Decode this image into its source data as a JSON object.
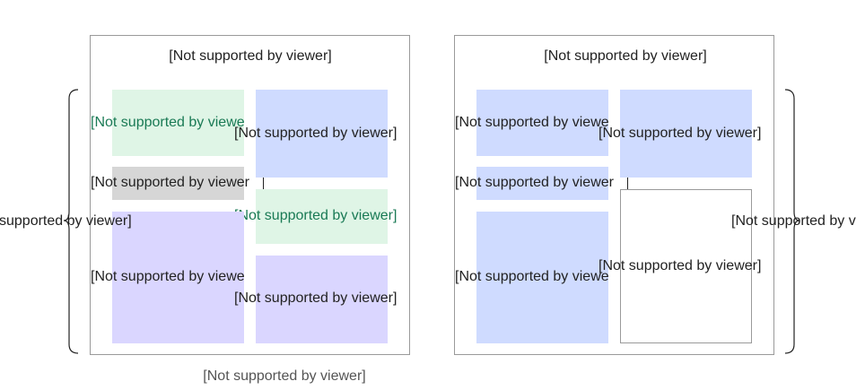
{
  "colors": {
    "green": "#dff5e6",
    "blue": "#cfdbff",
    "gray": "#d6d6d6",
    "purple": "#dad6ff",
    "frame": "#9a9a9a",
    "green_text": "#1a7a55"
  },
  "left_panel": {
    "title": "[Not supported by viewer]",
    "box_green_top": "[Not supported by viewe",
    "box_blue_top": "[Not supported by viewer]",
    "box_gray": "[Not supported by viewer",
    "box_green_mid": "[Not supported by viewer]",
    "box_purple_big": "[Not supported by viewe",
    "box_purple_small": "[Not supported by viewer]"
  },
  "right_panel": {
    "title": "[Not supported by viewer]",
    "box_blue_top_left": "[Not supported by viewe",
    "box_blue_top_right": "[Not supported by viewer]",
    "box_blue_small": "[Not supported by viewer",
    "box_blue_big": "[Not supported by viewe",
    "box_white": "[Not supported by viewer]"
  },
  "left_brace_label": "supported by viewer]",
  "right_brace_label": "[Not supported by v",
  "bottom_caption": "[Not supported by viewer]"
}
